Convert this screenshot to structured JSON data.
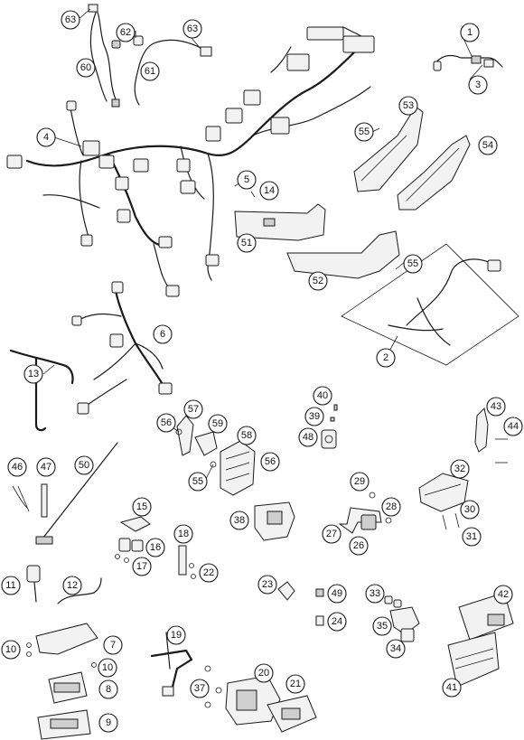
{
  "diagram": {
    "callouts": [
      {
        "id": "c63a",
        "label": "63"
      },
      {
        "id": "c62",
        "label": "62"
      },
      {
        "id": "c63b",
        "label": "63"
      },
      {
        "id": "c60",
        "label": "60"
      },
      {
        "id": "c61",
        "label": "61"
      },
      {
        "id": "c1",
        "label": "1"
      },
      {
        "id": "c3",
        "label": "3"
      },
      {
        "id": "c4",
        "label": "4"
      },
      {
        "id": "c53",
        "label": "53"
      },
      {
        "id": "c55a",
        "label": "55"
      },
      {
        "id": "c54",
        "label": "54"
      },
      {
        "id": "c5",
        "label": "5"
      },
      {
        "id": "c14",
        "label": "14"
      },
      {
        "id": "c51",
        "label": "51"
      },
      {
        "id": "c55b",
        "label": "55"
      },
      {
        "id": "c52",
        "label": "52"
      },
      {
        "id": "c6",
        "label": "6"
      },
      {
        "id": "c2",
        "label": "2"
      },
      {
        "id": "c13",
        "label": "13"
      },
      {
        "id": "c40",
        "label": "40"
      },
      {
        "id": "c39",
        "label": "39"
      },
      {
        "id": "c43",
        "label": "43"
      },
      {
        "id": "c57",
        "label": "57"
      },
      {
        "id": "c56a",
        "label": "56"
      },
      {
        "id": "c59",
        "label": "59"
      },
      {
        "id": "c48",
        "label": "48"
      },
      {
        "id": "c44",
        "label": "44"
      },
      {
        "id": "c58",
        "label": "58"
      },
      {
        "id": "c56b",
        "label": "56"
      },
      {
        "id": "c55c",
        "label": "55"
      },
      {
        "id": "c46",
        "label": "46"
      },
      {
        "id": "c47",
        "label": "47"
      },
      {
        "id": "c50",
        "label": "50"
      },
      {
        "id": "c32",
        "label": "32"
      },
      {
        "id": "c29",
        "label": "29"
      },
      {
        "id": "c28",
        "label": "28"
      },
      {
        "id": "c30",
        "label": "30"
      },
      {
        "id": "c38",
        "label": "38"
      },
      {
        "id": "c15",
        "label": "15"
      },
      {
        "id": "c27",
        "label": "27"
      },
      {
        "id": "c31",
        "label": "31"
      },
      {
        "id": "c26",
        "label": "26"
      },
      {
        "id": "c16",
        "label": "16"
      },
      {
        "id": "c18",
        "label": "18"
      },
      {
        "id": "c17",
        "label": "17"
      },
      {
        "id": "c22",
        "label": "22"
      },
      {
        "id": "c11",
        "label": "11"
      },
      {
        "id": "c12",
        "label": "12"
      },
      {
        "id": "c23",
        "label": "23"
      },
      {
        "id": "c33",
        "label": "33"
      },
      {
        "id": "c42",
        "label": "42"
      },
      {
        "id": "c49",
        "label": "49"
      },
      {
        "id": "c24",
        "label": "24"
      },
      {
        "id": "c35",
        "label": "35"
      },
      {
        "id": "c19",
        "label": "19"
      },
      {
        "id": "c7",
        "label": "7"
      },
      {
        "id": "c10a",
        "label": "10"
      },
      {
        "id": "c10b",
        "label": "10"
      },
      {
        "id": "c34",
        "label": "34"
      },
      {
        "id": "c20",
        "label": "20"
      },
      {
        "id": "c21",
        "label": "21"
      },
      {
        "id": "c41",
        "label": "41"
      },
      {
        "id": "c37",
        "label": "37"
      },
      {
        "id": "c8",
        "label": "8"
      },
      {
        "id": "c9",
        "label": "9"
      }
    ]
  }
}
